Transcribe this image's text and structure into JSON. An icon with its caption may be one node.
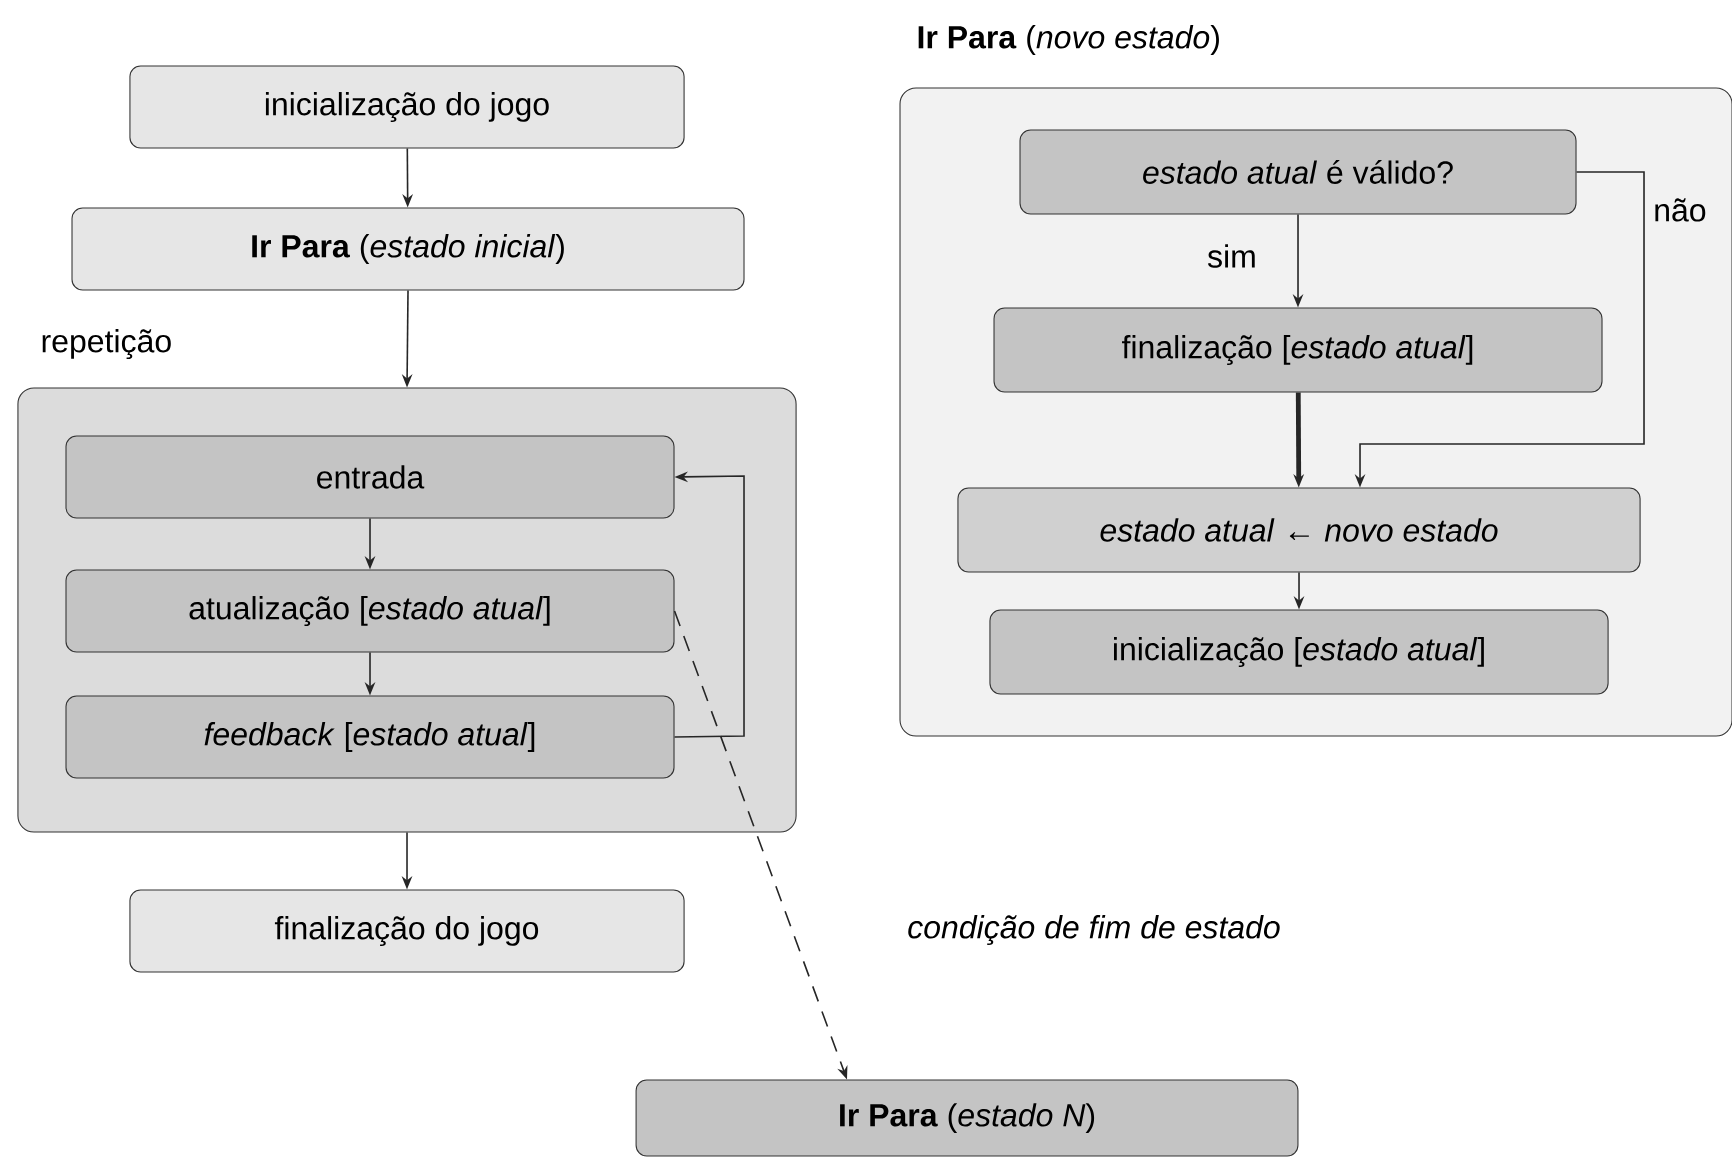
{
  "diagram": {
    "nodes": [
      {
        "text": [
          "inicialização do jogo"
        ]
      },
      {
        "text": [
          "**Ir Para** (*estado inicial*)"
        ]
      },
      {
        "text": [
          "repetição"
        ]
      },
      {
        "text": [
          "entrada"
        ],
        "in": 2
      },
      {
        "text": [
          "atualização [*estado atual*]"
        ],
        "in": 2
      },
      {
        "text": [
          "*feedback* [*estado atual*]"
        ],
        "in": 2
      },
      {
        "text": [
          "finalização do jogo"
        ]
      },
      {
        "text": [
          "**Ir Para** (*estado N*)"
        ]
      },
      {
        "text": [
          "**Ir Para** (*novo estado*)"
        ]
      },
      {
        "text": [
          "*estado atual* é válido?"
        ],
        "in": 8
      },
      {
        "text": [
          "finalização [*estado atual*]"
        ],
        "in": 8
      },
      {
        "text": [
          "*estado atual* ← *novo estado*"
        ],
        "in": 8
      },
      {
        "text": [
          "inicialização [*estado atual*]"
        ],
        "in": 8
      }
    ],
    "edges": [
      {
        "from": 0,
        "to": 1,
        "arrow": "to"
      },
      {
        "from": 1,
        "to": 2,
        "arrow": "to"
      },
      {
        "from": 2,
        "to": 6,
        "arrow": "to"
      },
      {
        "from": 3,
        "to": 4,
        "arrow": "to"
      },
      {
        "from": 4,
        "to": 5,
        "arrow": "to"
      },
      {
        "from": 5,
        "to": 3,
        "arrow": "to"
      },
      {
        "from": 4,
        "to": 7,
        "arrow": "to",
        "style": "dashed",
        "label": "condição de fim de estado"
      },
      {
        "from": 9,
        "to": 10,
        "arrow": "to",
        "label": "sim"
      },
      {
        "from": 9,
        "to": 11,
        "arrow": "to",
        "label": "não"
      },
      {
        "from": 10,
        "to": 11,
        "arrow": "to",
        "style": "thick"
      },
      {
        "from": 11,
        "to": 12,
        "arrow": "to"
      }
    ]
  }
}
